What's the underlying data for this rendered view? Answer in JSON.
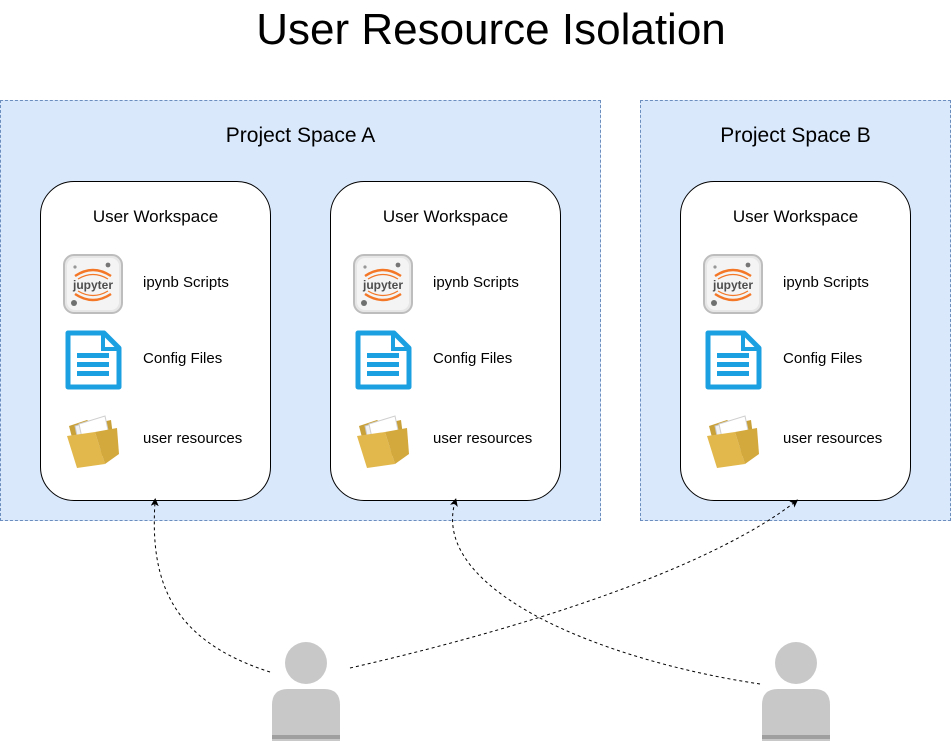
{
  "title": "User Resource Isolation",
  "projects": [
    {
      "label": "Project Space A"
    },
    {
      "label": "Project Space B"
    }
  ],
  "workspace": {
    "title": "User Workspace",
    "items": [
      {
        "label": "ipynb Scripts",
        "icon": "jupyter-icon"
      },
      {
        "label": "Config Files",
        "icon": "document-icon"
      },
      {
        "label": "user resources",
        "icon": "folder-icon"
      }
    ]
  },
  "users": [
    {
      "icon": "user-icon"
    },
    {
      "icon": "user-icon"
    }
  ],
  "colors": {
    "project_fill": "#dae8fc",
    "project_border": "#6c8ebf",
    "doc_icon": "#1ba1e2",
    "jupyter_orange": "#f37726",
    "folder": "#e2b84d",
    "user_gray": "#c8c8c8"
  }
}
